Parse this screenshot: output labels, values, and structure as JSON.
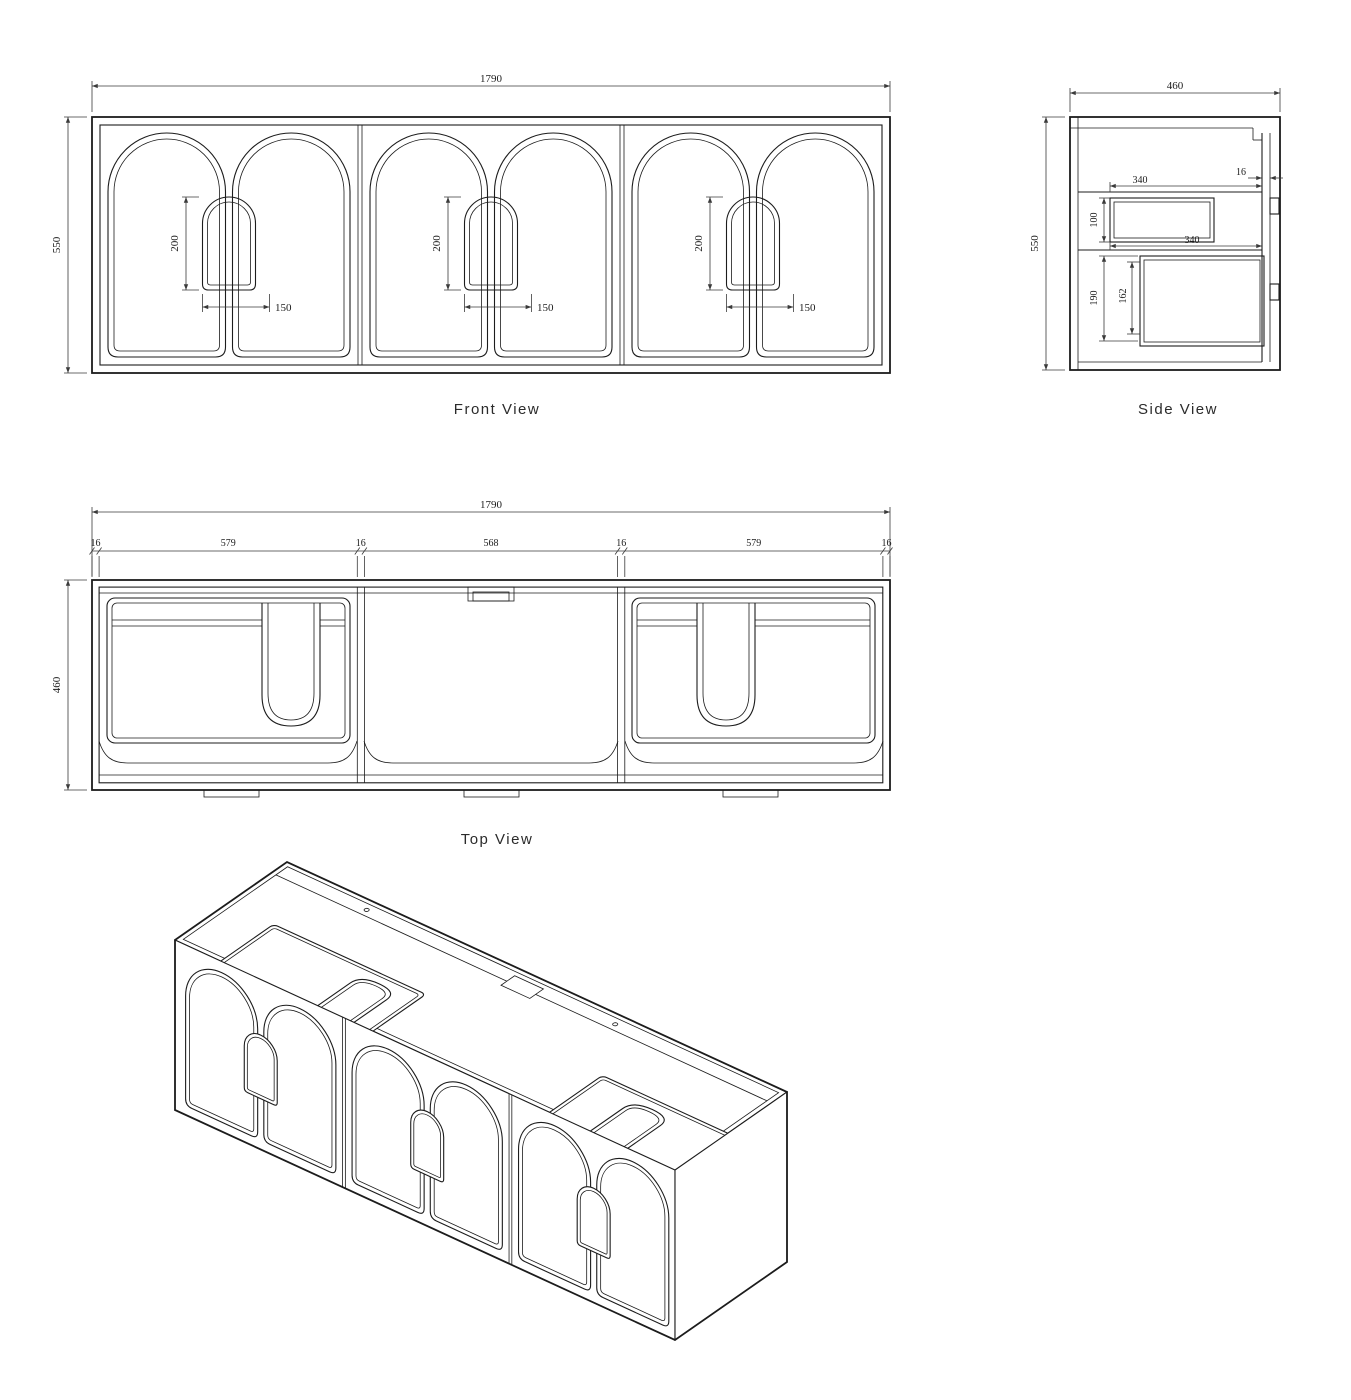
{
  "title": "Vanity cabinet technical drawing",
  "views": {
    "front": {
      "label": "Front View",
      "dims": {
        "width": "1790",
        "height": "550",
        "handle_height": "200",
        "handle_offset": "150"
      }
    },
    "side": {
      "label": "Side View",
      "dims": {
        "depth": "460",
        "height": "550",
        "panel_thickness": "16",
        "upper_shelf_depth": "340",
        "upper_drawer_height": "100",
        "lower_shelf_depth": "340",
        "lower_drawer_height": "190",
        "lower_drawer_inner_height": "162"
      }
    },
    "top": {
      "label": "Top View",
      "dims": {
        "width": "1790",
        "depth": "460",
        "segments": [
          "16",
          "579",
          "16",
          "568",
          "16",
          "579",
          "16"
        ]
      }
    },
    "iso": {
      "label": ""
    }
  }
}
